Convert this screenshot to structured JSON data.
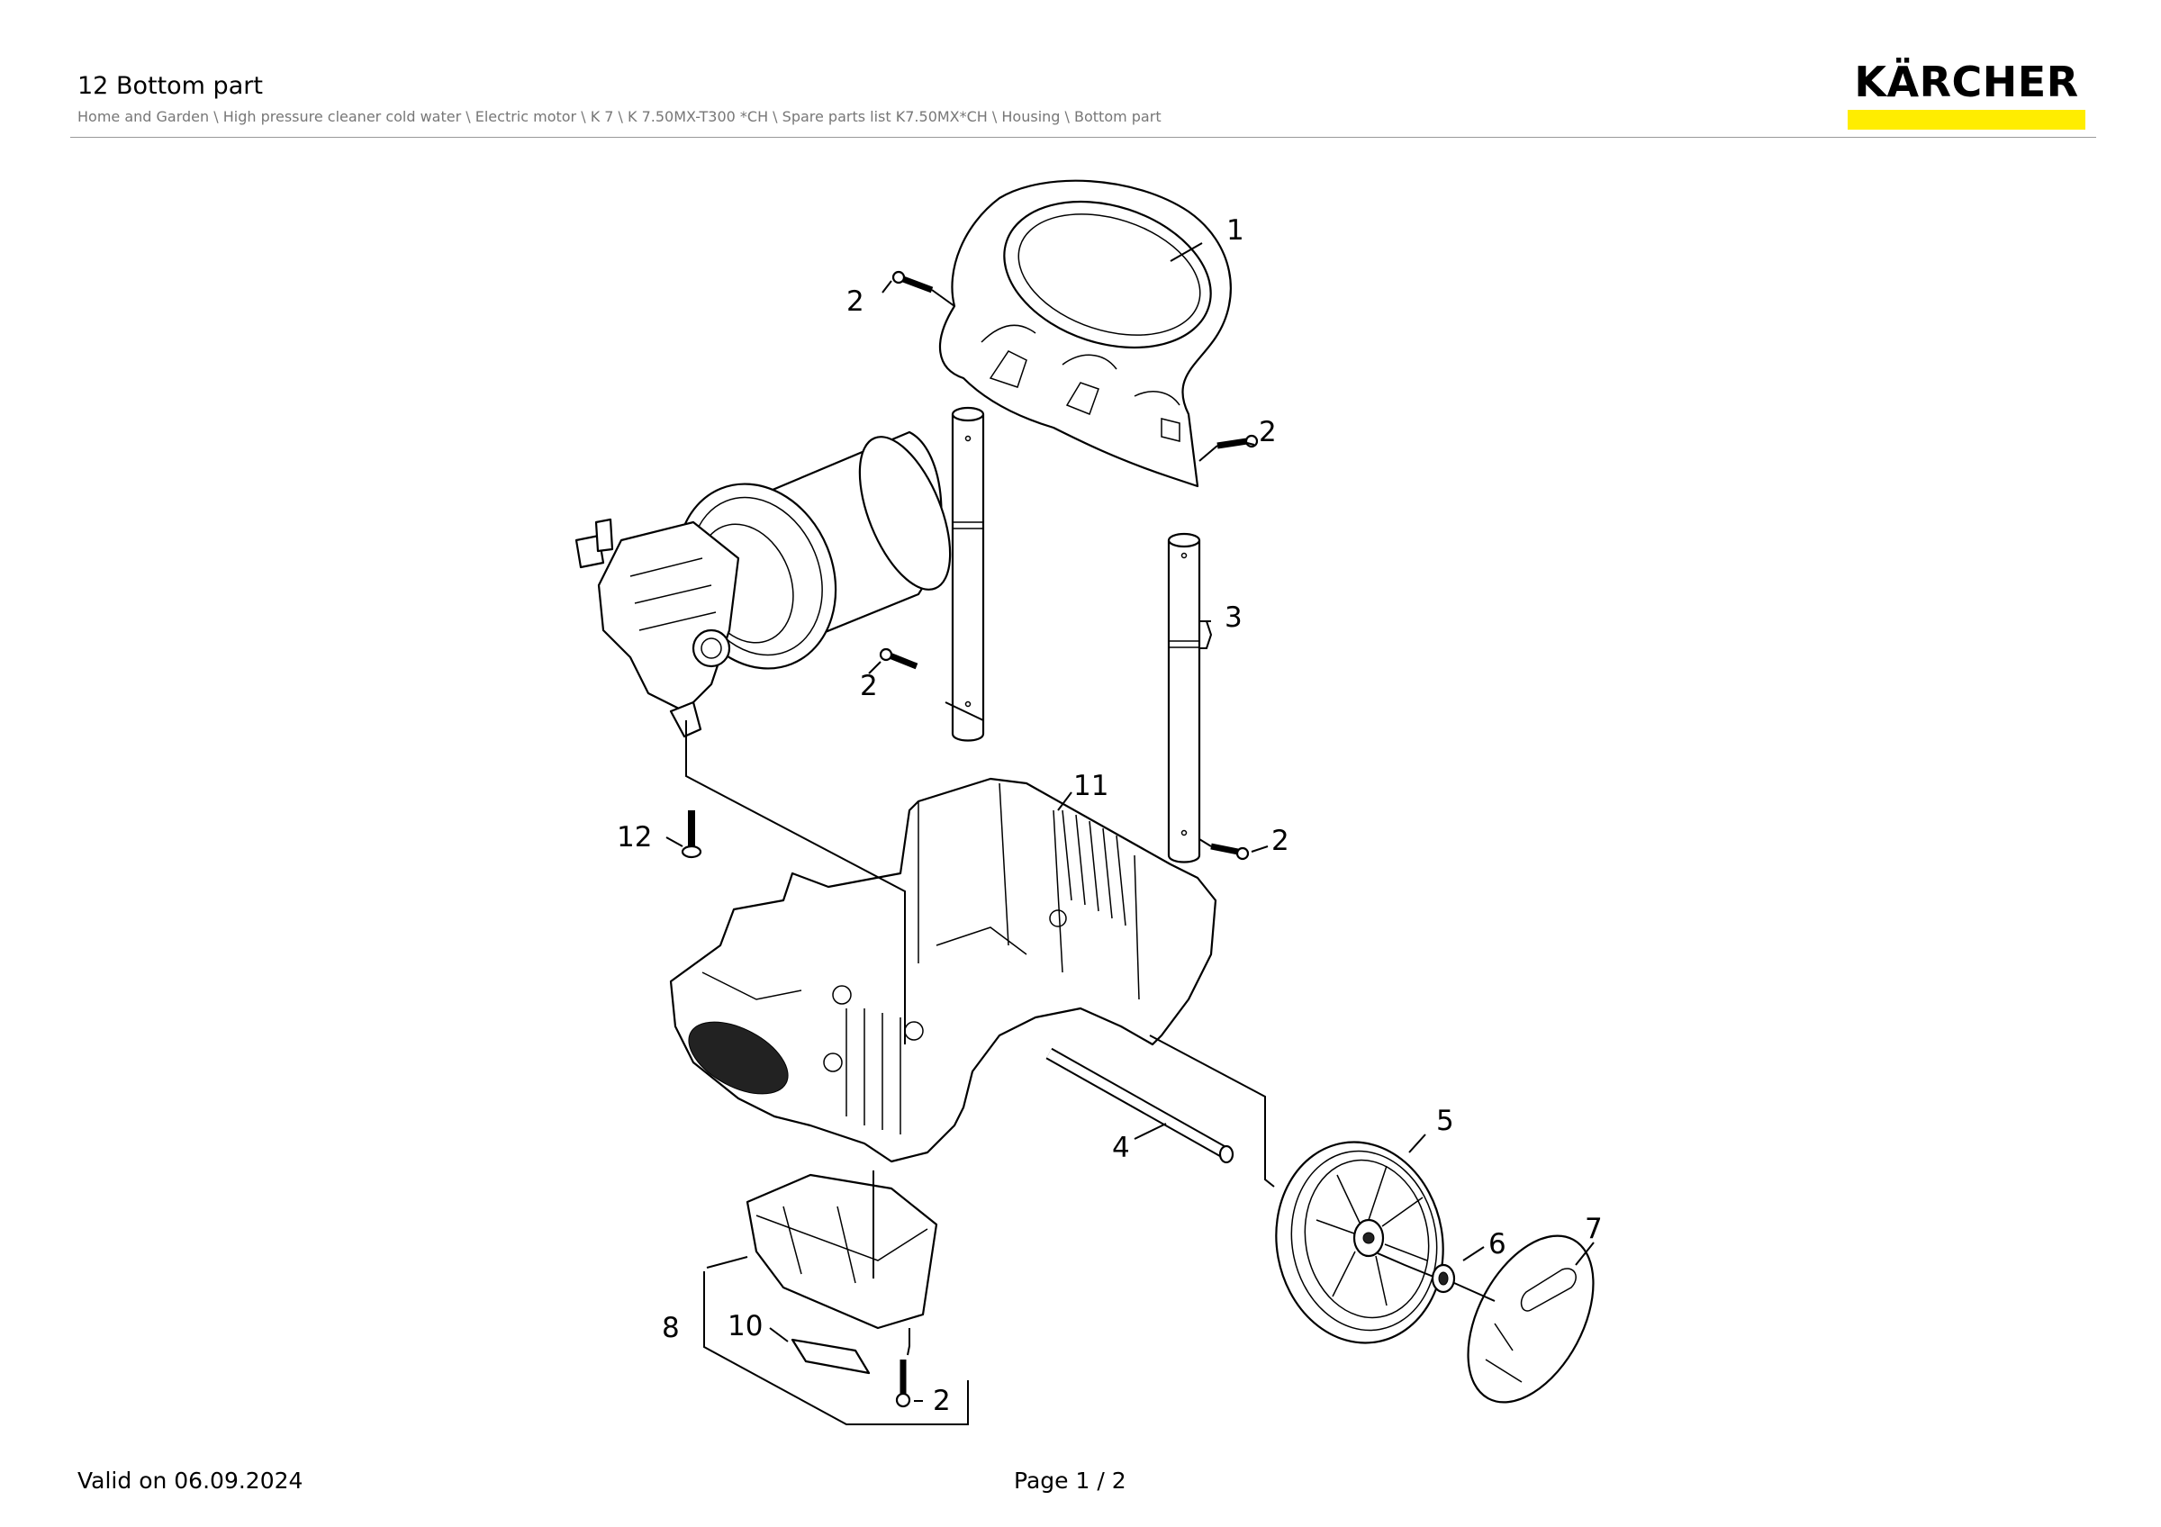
{
  "header": {
    "title": "12 Bottom part",
    "breadcrumb": "Home and Garden \\ High pressure cleaner cold water \\ Electric motor \\ K 7 \\ K 7.50MX-T300 *CH \\ Spare parts list K7.50MX*CH \\ Housing \\ Bottom part",
    "logo_text": "KÄRCHER",
    "brand_color": "#ffed00"
  },
  "diagram": {
    "callouts": {
      "c1": "1",
      "c2a": "2",
      "c2b": "2",
      "c2c": "2",
      "c2d": "2",
      "c2e": "2",
      "c3": "3",
      "c4": "4",
      "c5": "5",
      "c6": "6",
      "c7": "7",
      "c8": "8",
      "c10": "10",
      "c11": "11",
      "c12": "12"
    }
  },
  "footer": {
    "valid": "Valid on 06.09.2024",
    "page": "Page 1 / 2"
  }
}
